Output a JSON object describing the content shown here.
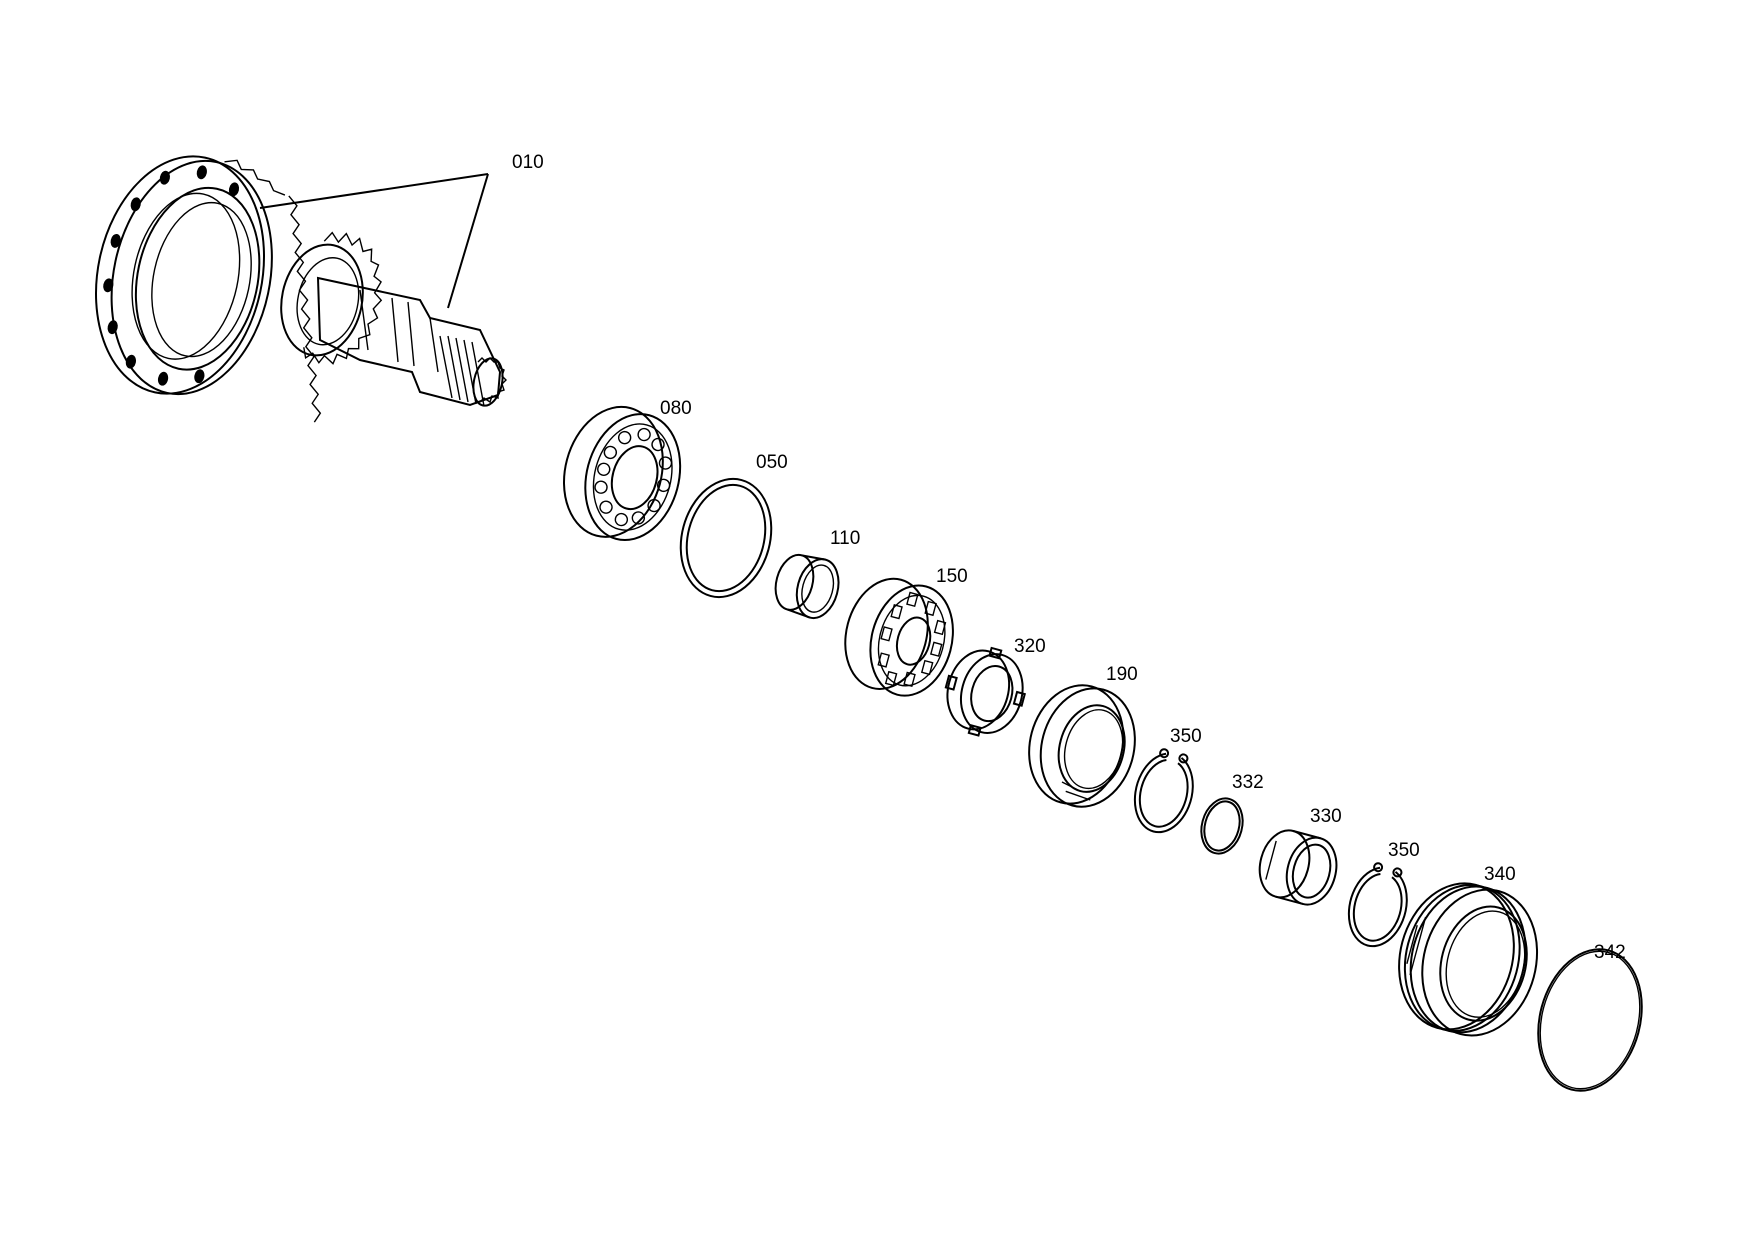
{
  "labels": {
    "p010": "010",
    "p080": "080",
    "p050": "050",
    "p110": "110",
    "p150": "150",
    "p320": "320",
    "p190": "190",
    "p350a": "350",
    "p332": "332",
    "p330": "330",
    "p350b": "350",
    "p340": "340",
    "p342": "342"
  }
}
